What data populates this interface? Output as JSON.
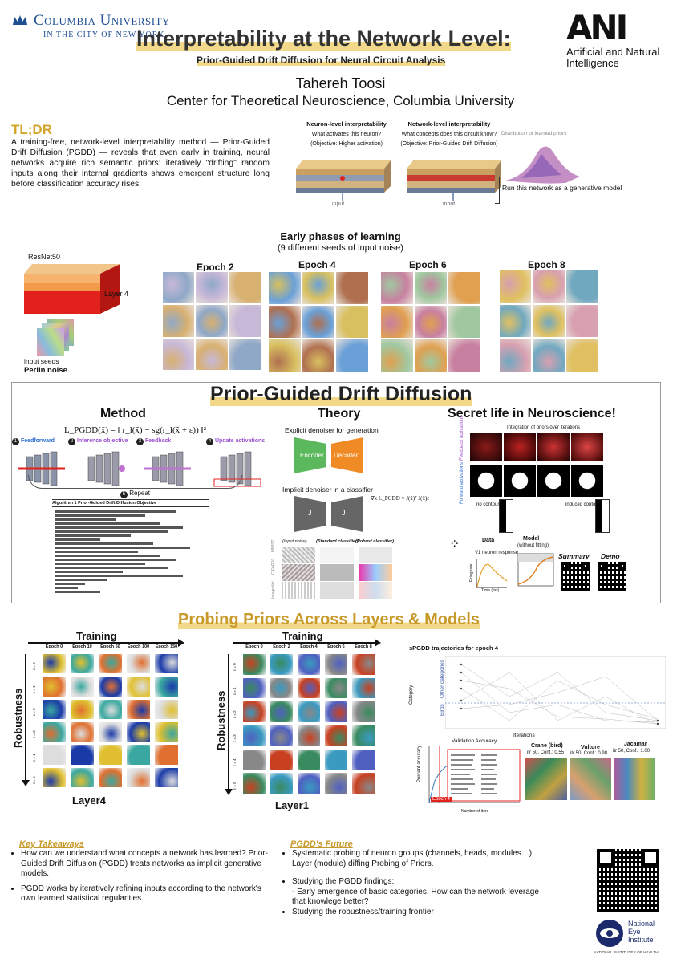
{
  "header": {
    "university_name": "Columbia University",
    "university_sub": "IN THE CITY OF NEW YORK",
    "title": "Interpretability at the Network Level:",
    "subtitle": "Prior-Guided Drift Diffusion for Neural Circuit Analysis",
    "author": "Tahereh Toosi",
    "affiliation": "Center for Theoretical Neuroscience, Columbia University",
    "lab_logo_text": "ANI",
    "lab_name_line1": "Artificial and Natural",
    "lab_name_line2": "Intelligence"
  },
  "tldr": {
    "heading": "TL;DR",
    "body": "A training-free, network-level interpretability method — Prior-Guided Drift Diffusion (PGDD) — reveals that even early in training, neural networks acquire rich semantic priors: iteratively \"drifting\" random inputs along their internal gradients shows emergent structure long before classification accuracy rises."
  },
  "top_figure": {
    "neuron_title": "Neuron-level interpretability",
    "neuron_q": "What activates this neuron?",
    "neuron_obj": "(Objective: Higher activation)",
    "network_title": "Network-level interpretability",
    "network_q": "What concepts does this circuit know?",
    "network_obj": "(Objective: Prior-Guided Drift Diffusion)",
    "priors_label": "Distribution of learned priors",
    "generative_label": "Run this network as a generative model",
    "input_label_1": "input",
    "input_label_2": "input"
  },
  "early_phases": {
    "title": "Early phases of learning",
    "subtitle": "(9 different seeds of input noise)",
    "model_label": "ResNet50",
    "layer_label": "Layer 4",
    "seeds_label": "input seeds",
    "noise_label": "Perlin noise",
    "epochs": [
      "Epoch 2",
      "Epoch 4",
      "Epoch 6",
      "Epoch 8"
    ]
  },
  "pgdd": {
    "banner": "Prior-Guided Drift Diffusion",
    "method_heading": "Method",
    "theory_heading": "Theory",
    "neuro_heading": "Secret life in Neuroscience!",
    "loss_formula": "L_PGDD(x̃) = ‖ r_l(x̃) − sg(r_l(x̃ + ε)) ‖²",
    "steps": [
      "Feedforward",
      "Inference objective",
      "Feedback",
      "Update activations"
    ],
    "step_nums": [
      "1",
      "2",
      "3",
      "4"
    ],
    "repeat_num": "5",
    "repeat_label": "Repeat",
    "algo_title": "Algorithm 1 Prior-Guided Drift Diffusion Objective",
    "explicit_label": "Explicit denoiser for generation",
    "encoder": "Encoder",
    "decoder": "Decoder",
    "implicit_label": "Implicit denoiser in a classifier",
    "j_label": "J",
    "jt_label": "Jᵀ",
    "grad_formula": "∇x L_PGDD = J(x̃)ᵀ J(x̃)ε",
    "col_labels": [
      "(Input noise)",
      "(Standard classifier)",
      "(Robust classifier)"
    ],
    "row_labels": [
      "MNIST",
      "CIFAR10",
      "ImageNet"
    ],
    "integration_label": "Integration of priors over iterations",
    "feedback_label": "Feedback activations",
    "forward_label": "Forward activations",
    "no_contour": "no contour",
    "induced_contour": "induced contour",
    "data_label": "Data",
    "model_label": "Model",
    "model_note": "(without fitting)",
    "v1_label": "V1 neuron response",
    "firing_label": "Firing rate",
    "time_label": "Time (ms)",
    "summary": "Summary",
    "demo": "Demo"
  },
  "probing": {
    "heading": "Probing Priors Across Layers & Models",
    "training": "Training",
    "training2": "Training",
    "robustness": "Robustness",
    "robustness2": "Robustness",
    "layer4": "Layer4",
    "layer1": "Layer1",
    "epochs_left": [
      "Epoch 0",
      "Epoch 10",
      "Epoch 50",
      "Epoch 100",
      "Epoch 150"
    ],
    "epochs_mid": [
      "Epoch 0",
      "Epoch 2",
      "Epoch 4",
      "Epoch 6",
      "Epoch 8"
    ],
    "eps_labels": [
      "ε = 0",
      "ε = 1",
      "ε = 2",
      "ε = 3",
      "ε = 4",
      "ε = 5"
    ],
    "traj_title": "sPGDD trajectories for epoch 4",
    "traj_xlabel": "Iterations",
    "traj_ylabel": "Category",
    "other_categories": "Other categories",
    "birds": "Birds",
    "val_title": "Validation Accuracy",
    "val_ylabel": "Percent accuracy",
    "val_xlabel": "Number of iters",
    "epoch_mark": "Epoch 4",
    "crane": "Crane (bird)",
    "crane_meta": "itr 50, Conf.: 0.55",
    "vulture": "Vulture",
    "vulture_meta": "itr 50, Conf.: 0.98",
    "jacamar": "Jacamar",
    "jacamar_meta": "itr 50, Conf.: 1.00"
  },
  "takeaways": {
    "heading": "Key Takeaways",
    "items": [
      "How can we understand what concepts a network has learned? Prior-Guided Drift Diffusion (PGDD) treats networks as implicit generative models.",
      "PGDD works by iteratively refining inputs according to the network's own learned statistical regularities."
    ]
  },
  "future": {
    "heading": "PGDD's Future",
    "item1": "Systematic probing of neuron groups (channels, heads, modules…). Layer (module) diffing Probing of Priors.",
    "item2": "Studying the PGDD findings:",
    "item2_sub": "- Early emergence of basic categories. How can the network leverage that knowlege better?",
    "item3": "Studying the robustness/training frontier"
  },
  "footer": {
    "nei_line1": "National",
    "nei_line2": "Eye",
    "nei_line3": "Institute",
    "nih": "NATIONAL INSTITUTES OF HEALTH"
  },
  "colors": {
    "gold": "#d4a52b",
    "highlight": "#f2d98a",
    "columbia_blue": "#1d4f91",
    "layer_red": "#e3211c",
    "encoder_green": "#5cb85c",
    "decoder_orange": "#f08a24",
    "nei_navy": "#1c2a6b"
  }
}
